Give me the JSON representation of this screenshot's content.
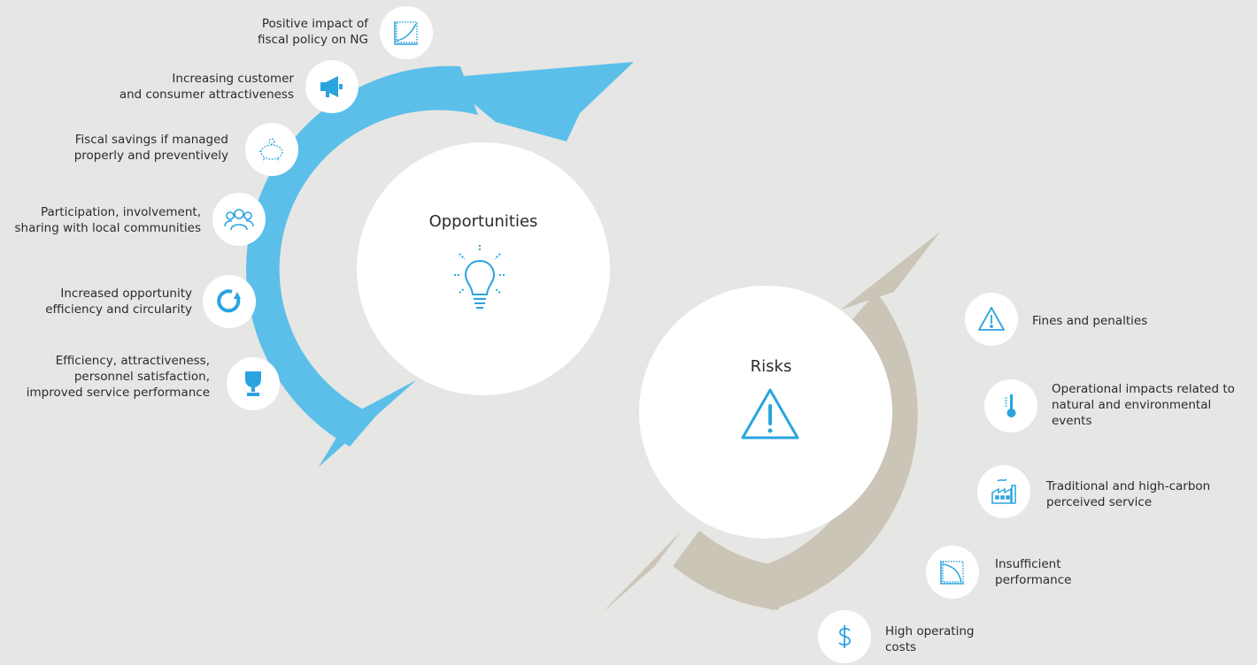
{
  "colors": {
    "background": "#e6e6e4",
    "opportunities_arc": "#5bbfea",
    "risks_arc": "#cbc5b7",
    "icon_blue": "#2aa4df",
    "circle_fill": "#ffffff",
    "text": "#2b2b2b"
  },
  "opportunities": {
    "title": "Opportunities",
    "icon": "lightbulb-icon",
    "items": [
      {
        "label": "Positive impact of\nfiscal policy on NG",
        "icon": "growth-chart-icon"
      },
      {
        "label": "Increasing customer\nand consumer attractiveness",
        "icon": "megaphone-icon"
      },
      {
        "label": "Fiscal savings if managed\nproperly and preventively",
        "icon": "piggy-bank-icon"
      },
      {
        "label": "Participation, involvement,\nsharing with local communities",
        "icon": "people-group-icon"
      },
      {
        "label": "Increased opportunity\nefficiency and circularity",
        "icon": "circular-arrow-icon"
      },
      {
        "label": "Efficiency, attractiveness,\npersonnel satisfaction,\nimproved service performance",
        "icon": "trophy-icon"
      }
    ]
  },
  "risks": {
    "title": "Risks",
    "icon": "warning-triangle-icon",
    "items": [
      {
        "label": "Fines and penalties",
        "icon": "warning-icon"
      },
      {
        "label": "Operational impacts related to\nnatural and environmental\nevents",
        "icon": "thermometer-icon"
      },
      {
        "label": "Traditional and high-carbon\nperceived service",
        "icon": "factory-icon"
      },
      {
        "label": "Insufficient\nperformance",
        "icon": "declining-chart-icon"
      },
      {
        "label": "High operating\ncosts",
        "icon": "dollar-icon"
      }
    ]
  }
}
